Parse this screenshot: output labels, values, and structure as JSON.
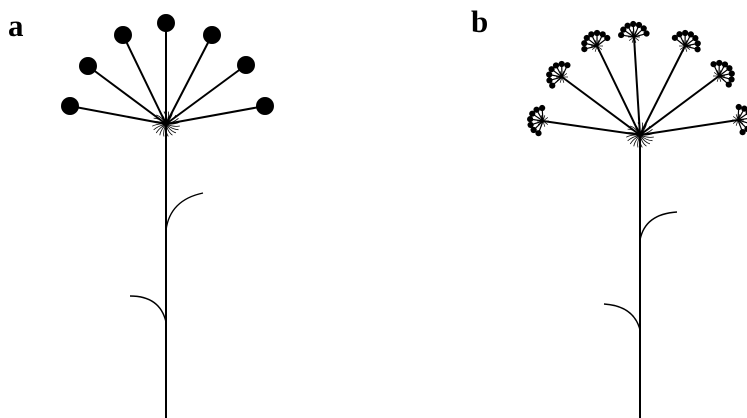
{
  "panels": [
    {
      "label": "a",
      "type": "simple-umbel"
    },
    {
      "label": "b",
      "type": "compound-umbel"
    }
  ],
  "colors": {
    "ink": "#000000",
    "background": "#ffffff"
  }
}
